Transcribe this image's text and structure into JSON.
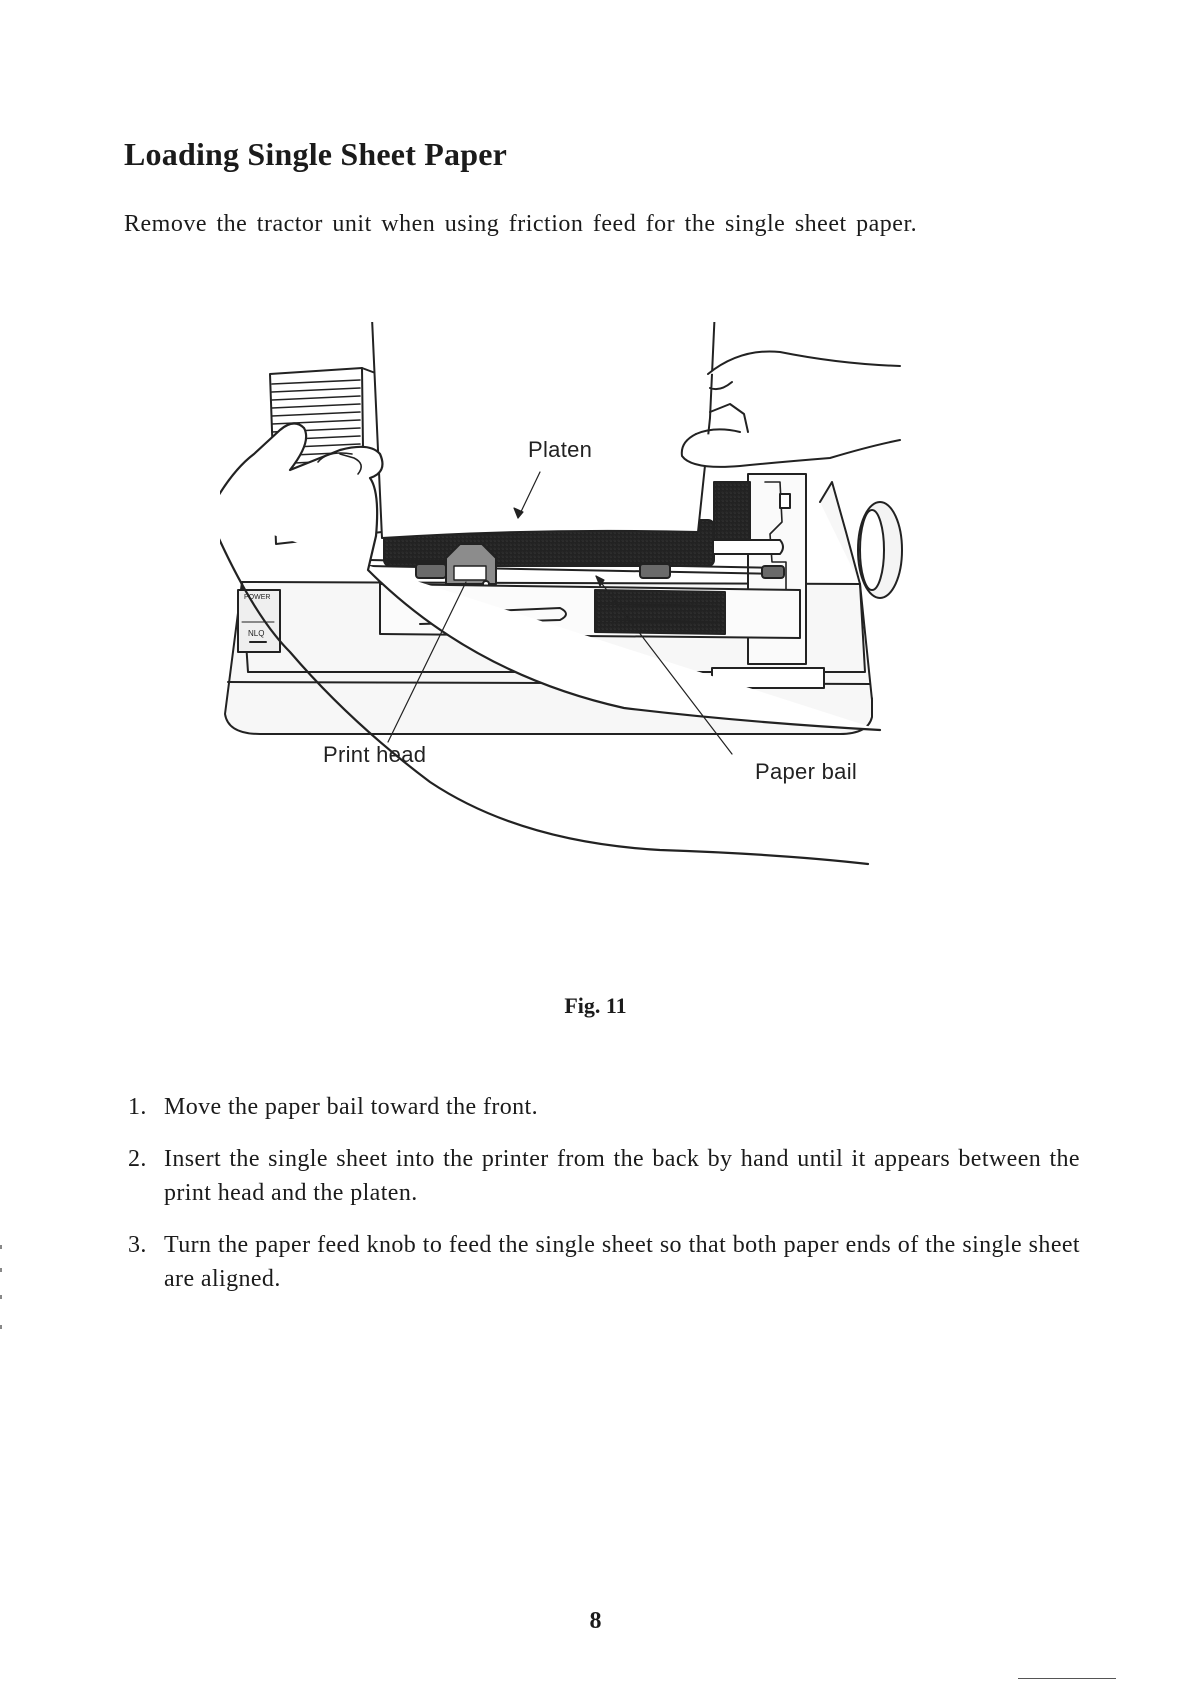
{
  "heading": "Loading Single Sheet Paper",
  "intro": "Remove the tractor unit when using friction feed for the single sheet paper.",
  "figure": {
    "callouts": {
      "platen": "Platen",
      "print_head": "Print head",
      "paper_bail": "Paper bail"
    },
    "panel_labels": {
      "power": "POWER",
      "nlq": "NLQ"
    },
    "caption": "Fig. 11"
  },
  "steps": [
    {
      "number": "1.",
      "text": "Move the paper bail toward the front."
    },
    {
      "number": "2.",
      "text": "Insert the single sheet into the printer from the back by hand until it appears between the print head and the platen."
    },
    {
      "number": "3.",
      "text": "Turn the paper feed knob to feed the single sheet so that both paper ends of the single sheet are aligned."
    }
  ],
  "page_number": "8"
}
